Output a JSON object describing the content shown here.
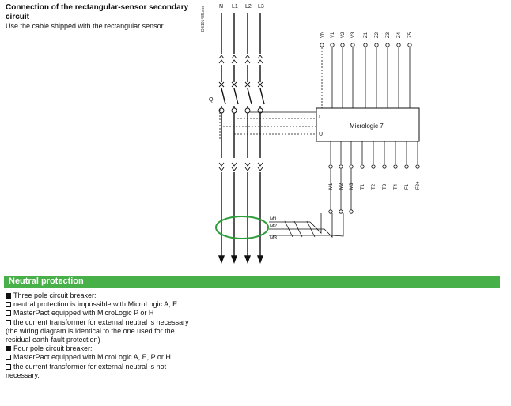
{
  "header": {
    "title": "Connection of the rectangular-sensor secondary circuit",
    "subtitle": "Use the cable shipped with the rectangular sensor."
  },
  "diagram": {
    "figure_code": "DB101485.eps",
    "phase_labels": [
      "N",
      "L1",
      "L2",
      "L3"
    ],
    "breaker_label": "Q",
    "unit_label": "Micrologic 7",
    "input_i": "I",
    "input_u": "U",
    "top_terminals": [
      "VN",
      "V1",
      "V2",
      "V3",
      "Z1",
      "Z2",
      "Z3",
      "Z4",
      "Z5"
    ],
    "bottom_terminals": [
      "M1",
      "M2",
      "M3",
      "T1",
      "T2",
      "T3",
      "T4",
      "F1-",
      "F2+"
    ],
    "sensor_labels": [
      "M1",
      "M2",
      "M3"
    ],
    "highlight_color": "#2e9e3a"
  },
  "section": {
    "title": "Neutral protection",
    "color": "#48b049"
  },
  "items": [
    {
      "kind": "filled",
      "text": "Three pole circuit breaker:"
    },
    {
      "kind": "hollow",
      "text": "neutral protection is impossible with MicroLogic A, E"
    },
    {
      "kind": "hollow",
      "text": "MasterPact equipped with MicroLogic P or H"
    },
    {
      "kind": "hollow",
      "text": "the current transformer for external neutral is necessary (the wiring diagram is identical to the one used for the residual earth-fault protection)"
    },
    {
      "kind": "filled",
      "text": "Four pole circuit breaker:"
    },
    {
      "kind": "hollow",
      "text": "MasterPact equipped with MicroLogic A, E, P or H"
    },
    {
      "kind": "hollow",
      "text": "the current transformer for external neutral is not necessary."
    }
  ]
}
